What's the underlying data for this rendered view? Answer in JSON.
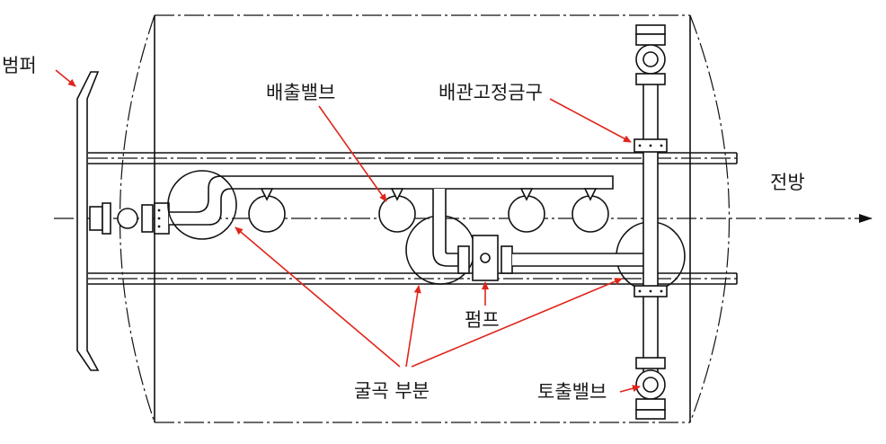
{
  "labels": {
    "bumper": "범퍼",
    "discharge_valve": "배출밸브",
    "pipe_bracket": "배관고정금구",
    "forward": "전방",
    "pump": "펌프",
    "bend_section": "굴곡 부분",
    "outlet_valve": "토출밸브"
  },
  "colors": {
    "line": "#111111",
    "callout": "#e0251b"
  }
}
